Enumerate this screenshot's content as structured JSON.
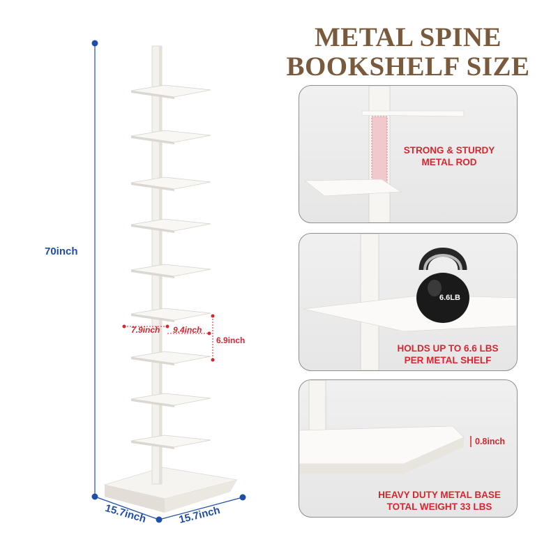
{
  "title": {
    "line1": "METAL SPINE",
    "line2": "BOOKSHELF SIZE"
  },
  "dimensions": {
    "height": "70inch",
    "base_depth": "15.7inch",
    "base_width": "15.7inch",
    "shelf_depth": "7.9inch",
    "shelf_width": "9.4inch",
    "shelf_spacing": "6.9inch"
  },
  "panels": [
    {
      "caption_line1": "STRONG & STURDY",
      "caption_line2": "METAL ROD"
    },
    {
      "caption_line1": "HOLDS UP TO 6.6 LBS",
      "caption_line2": "PER METAL SHELF",
      "weight_label": "6.6LB"
    },
    {
      "caption_line1": "HEAVY DUTY METAL BASE",
      "caption_line2": "TOTAL WEIGHT 33 LBS",
      "base_thickness": "0.8inch"
    }
  ],
  "colors": {
    "title": "#7a5a3c",
    "dimension_blue": "#1f4ea8",
    "dimension_red": "#d8262f",
    "product": "#f4f2ee"
  }
}
